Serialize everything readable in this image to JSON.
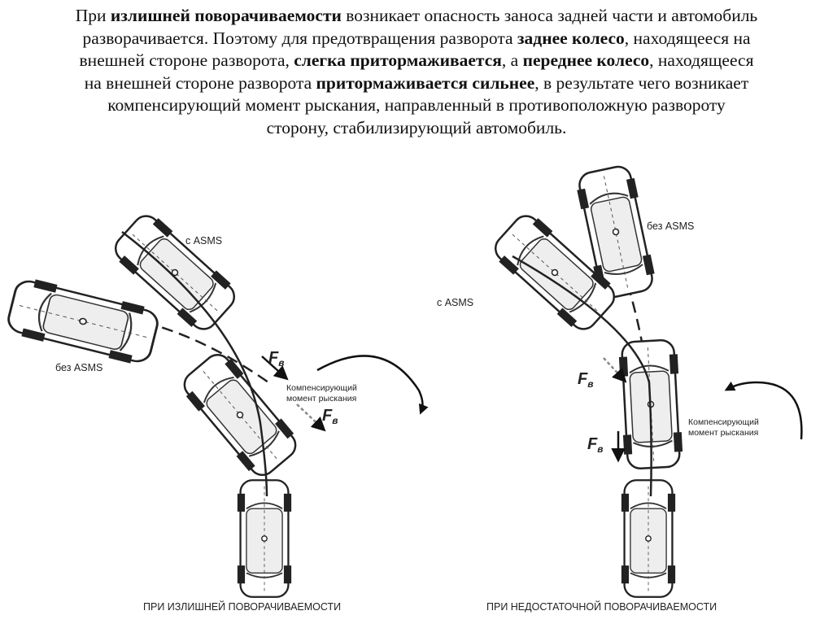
{
  "paragraph": {
    "lines": [
      [
        {
          "t": "При ",
          "b": false
        },
        {
          "t": "излишней поворачиваемости",
          "b": true
        },
        {
          "t": " возникает опасность заноса задней части и автомобиль",
          "b": false
        }
      ],
      [
        {
          "t": "разворачивается. Поэтому для предотвращения разворота ",
          "b": false
        },
        {
          "t": "заднее колесо",
          "b": true
        },
        {
          "t": ", находящееся на",
          "b": false
        }
      ],
      [
        {
          "t": "внешней стороне разворота, ",
          "b": false
        },
        {
          "t": "слегка притормаживается",
          "b": true
        },
        {
          "t": ", а ",
          "b": false
        },
        {
          "t": "переднее колесо",
          "b": true
        },
        {
          "t": ", находящееся",
          "b": false
        }
      ],
      [
        {
          "t": "на внешней стороне разворота ",
          "b": false
        },
        {
          "t": "притормаживается сильнее",
          "b": true
        },
        {
          "t": ", в результате чего возникает",
          "b": false
        }
      ],
      [
        {
          "t": "компенсирующий момент рыскания, направленный в противоположную развороту",
          "b": false
        }
      ],
      [
        {
          "t": "сторону, стабилизирующий автомобиль.",
          "b": false
        }
      ]
    ]
  },
  "diagram": {
    "left": {
      "with_asms": "с ASMS",
      "without_asms": "без ASMS",
      "force_label": "F",
      "force_sub": "в",
      "moment_line1": "Компенсирующий",
      "moment_line2": "момент рыскания",
      "caption": "ПРИ ИЗЛИШНЕЙ ПОВОРАЧИВАЕМОСТИ"
    },
    "right": {
      "with_asms": "с ASMS",
      "without_asms": "без ASMS",
      "force_label": "F",
      "force_sub": "в",
      "moment_line1": "Компенсирующий",
      "moment_line2": "момент рыскания",
      "caption": "ПРИ НЕДОСТАТОЧНОЙ ПОВОРАЧИВАЕМОСТИ"
    }
  }
}
